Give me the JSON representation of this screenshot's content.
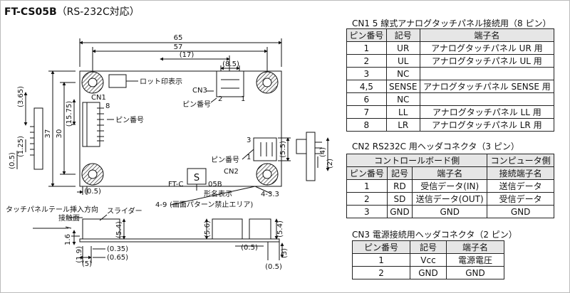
{
  "title": {
    "model": "FT-CS05B",
    "sub": "（RS-232C対応）"
  },
  "drawing": {
    "dims": {
      "d65": "65",
      "d57": "57",
      "d17": "(17)",
      "d85": "(8.5)",
      "d37": "37",
      "d30": "30",
      "d1575": "(15.75)",
      "d365": "(3.65)",
      "d125": "(1.25)",
      "d05a": "(0.5)",
      "d05b": "(0.5)",
      "d55": "(5.5)",
      "d4": "(4)",
      "d2": "(2)",
      "d33": "4-3.3",
      "d49": "4-9",
      "d54a": "(5.4)",
      "d16": "1.6",
      "d19": "(1.9)",
      "d035": "(0.35)",
      "d065": "(0.65)",
      "d5": "(5)",
      "d56": "(5.6)",
      "d54b": "(5.4)",
      "d05c": "(0.5)",
      "d05d": "(0.5)",
      "d3": "(3)"
    },
    "labels": {
      "lot": "ロット印表示",
      "cn1": "CN1",
      "pin1": "ピン番号",
      "cn3": "CN3",
      "pin3": "ピン番号",
      "n2": "2",
      "n1": "1",
      "n8": "8",
      "pin2": "ピン番号",
      "cn2": "CN2",
      "n3": "3",
      "n1b": "1",
      "s": "S",
      "ftc": "FT-C",
      "b05": "05B",
      "form": "形名表示",
      "area": "(画面パターン禁止エリア)",
      "tail": "タッチパネルテール挿入方向",
      "contact": "接触面",
      "slider": "スライダー"
    }
  },
  "cn1": {
    "title": "CN1  5 線式アナログタッチパネル接続用（8 ピン）",
    "headers": [
      "ピン番号",
      "記号",
      "端子名"
    ],
    "rows": [
      [
        "1",
        "UR",
        "アナログタッチパネル UR 用"
      ],
      [
        "2",
        "UL",
        "アナログタッチパネル UL 用"
      ],
      [
        "3",
        "NC",
        ""
      ],
      [
        "4,5",
        "SENSE",
        "アナログタッチパネル SENSE 用"
      ],
      [
        "6",
        "NC",
        ""
      ],
      [
        "7",
        "LL",
        "アナログタッチパネル LL 用"
      ],
      [
        "8",
        "LR",
        "アナログタッチパネル LR 用"
      ]
    ]
  },
  "cn2": {
    "title": "CN2  RS232C 用ヘッダコネクタ（3 ピン）",
    "group": "コントロールボード側",
    "pc": "コンピュータ側",
    "headers": [
      "ピン番号",
      "記号",
      "端子名",
      "接続端子名"
    ],
    "rows": [
      [
        "1",
        "RD",
        "受信データ(IN)",
        "送信データ"
      ],
      [
        "2",
        "SD",
        "送信データ(OUT)",
        "受信データ"
      ],
      [
        "3",
        "GND",
        "GND",
        "GND"
      ]
    ]
  },
  "cn3": {
    "title": "CN3  電源接続用ヘッダコネクタ（2 ピン）",
    "headers": [
      "ピン番号",
      "記号",
      "端子名"
    ],
    "rows": [
      [
        "1",
        "Vcc",
        "電源電圧"
      ],
      [
        "2",
        "GND",
        "GND"
      ]
    ]
  }
}
